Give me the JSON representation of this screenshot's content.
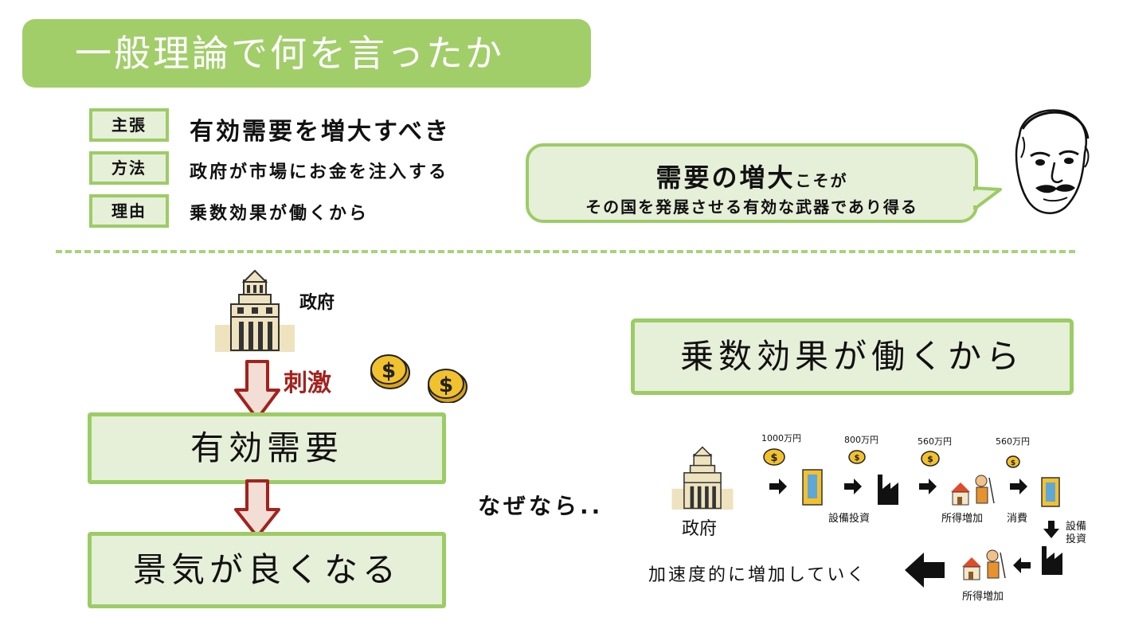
{
  "title": "一般理論で何を言ったか",
  "summary": [
    {
      "tag": "主張",
      "text": "有効需要を増大すべき"
    },
    {
      "tag": "方法",
      "text": "政府が市場にお金を注入する"
    },
    {
      "tag": "理由",
      "text": "乗数効果が働くから"
    }
  ],
  "quote": {
    "line1_main": "需要の増大",
    "line1_small": "こそが",
    "line2": "その国を発展させる有効な武器であり得る"
  },
  "flow": {
    "government": "政府",
    "stimulus": "刺激",
    "effective_demand": "有効需要",
    "economy_improves": "景気が良くなる"
  },
  "because": "なぜなら..",
  "multiplier_title": "乗数効果が働くから",
  "multiplier": {
    "government": "政府",
    "amounts": [
      "1000万円",
      "800万円",
      "560万円",
      "560万円"
    ],
    "capex": "設備投資",
    "income_up": "所得増加",
    "consumption": "消費",
    "capex_vertical": "設備\n投資",
    "income_up_2": "所得増加",
    "accelerate": "加速度的に増加していく"
  },
  "colors": {
    "green": "#9ccc65",
    "green_light": "#e6efd8",
    "title_green": "#a2ce6a",
    "arrow_red": "#a3221e",
    "coin": "#f2c12e"
  }
}
